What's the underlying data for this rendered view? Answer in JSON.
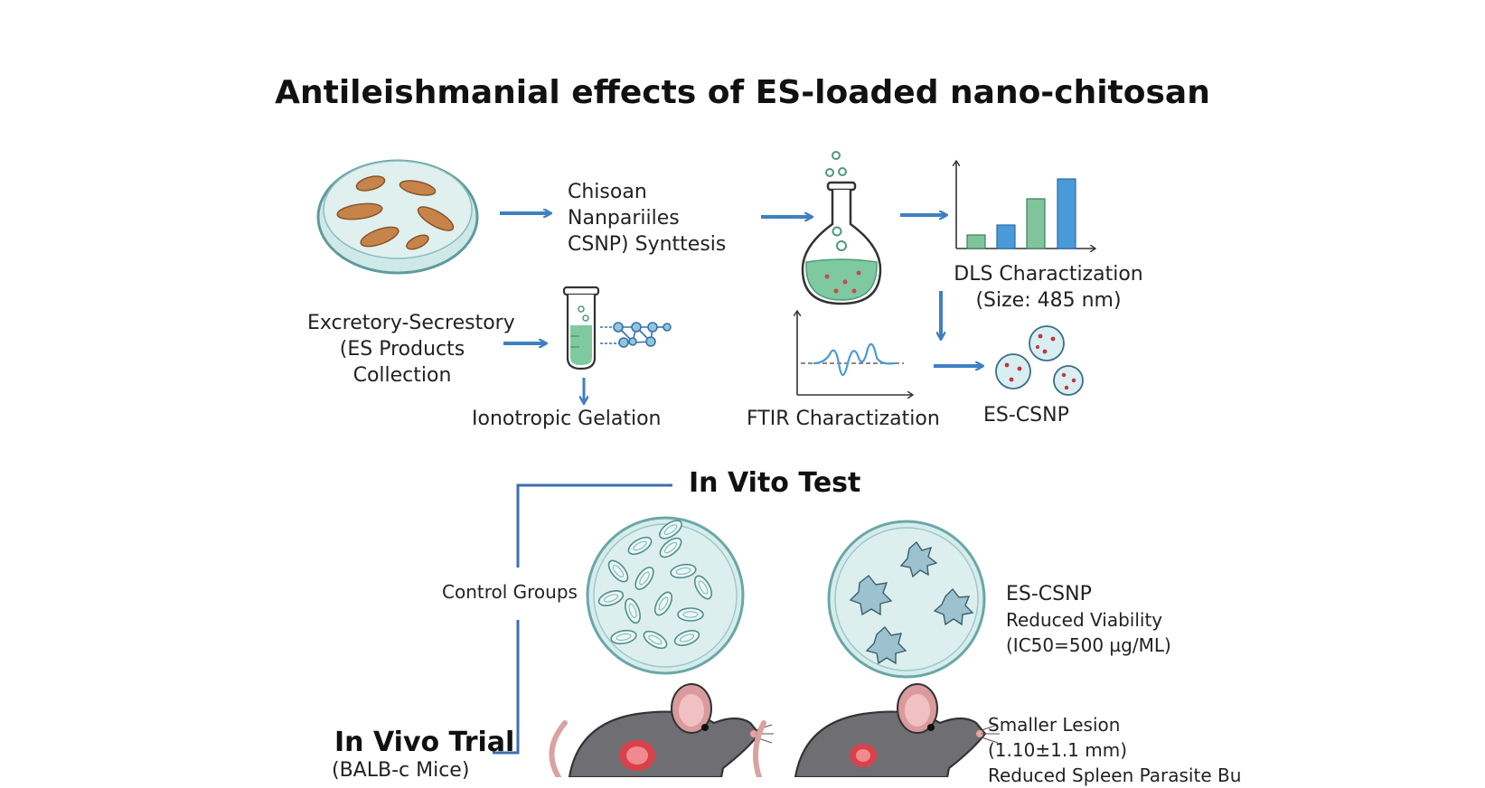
{
  "title": "Antileishmanial effects of ES-loaded nano-chitosan",
  "top": {
    "synthesis": [
      "Chisoan",
      "Nanpariiles",
      "CSNP) Synttesis"
    ],
    "es_collection": [
      "Excretory-Secrestory",
      "(ES Products",
      "Collection"
    ],
    "gelation": "Ionotropic Gelation",
    "dls": [
      "DLS Charactization",
      "(Size: 485 nm)"
    ],
    "ftir": "FTIR Charactization",
    "escsnp": "ES-CSNP"
  },
  "invitro": {
    "heading": "In Vito Test",
    "control": "Control Groups",
    "treated": [
      "ES-CSNP",
      "Reduced Viability",
      "(IC50=500 µg/ML)"
    ]
  },
  "invivo": {
    "heading": "In Vivo Trial",
    "subheading": "(BALB-c Mice)",
    "result": [
      "Smaller Lesion",
      "(1.10±1.1 mm)",
      "Reduced Spleen Parasite Bu"
    ]
  },
  "colors": {
    "arrow": "#3f7fc1",
    "line": "#3a6fb0",
    "dish_fill": "#d6ecec",
    "dish_stroke": "#6aa7a7",
    "bar_green": "#7fc49a",
    "bar_blue": "#4a9ad8",
    "liquid": "#7ec9a0",
    "mouse": "#6f6f73",
    "lesion": "#d9414a"
  },
  "icons": [
    "petri-dish-icon",
    "flask-icon",
    "test-tube-icon",
    "bar-chart-icon",
    "spectrum-icon",
    "nanoparticle-icon",
    "mouse-icon"
  ]
}
